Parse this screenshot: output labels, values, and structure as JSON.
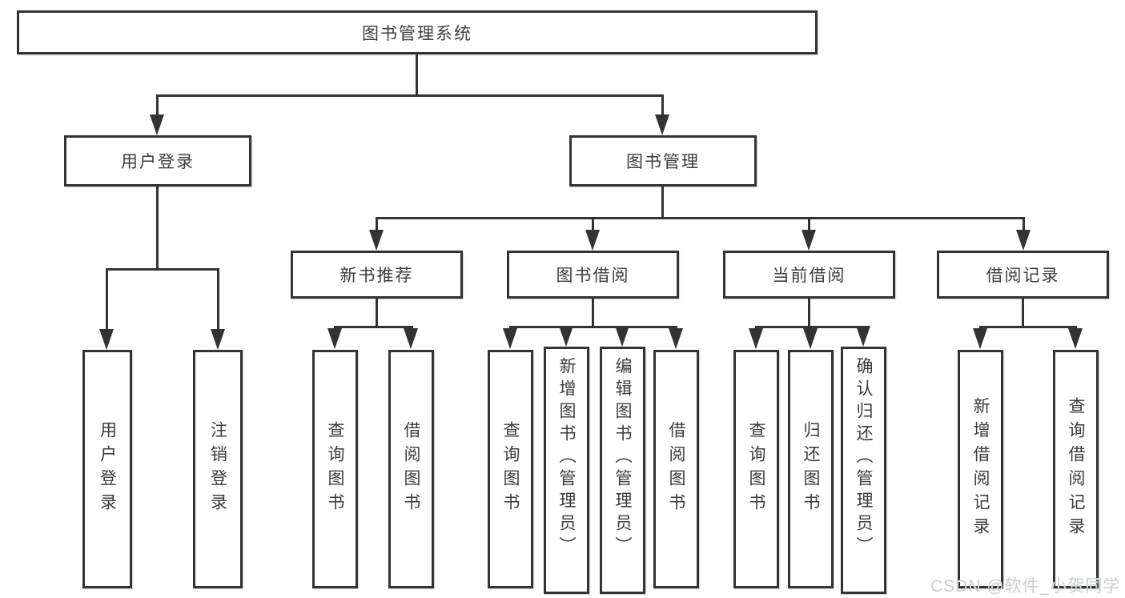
{
  "diagram": {
    "root_label": "图书管理系统",
    "login_branch": {
      "label": "用户登录",
      "leaves": [
        "用户登录",
        "注销登录"
      ]
    },
    "management_branch": {
      "label": "图书管理",
      "sections": [
        {
          "label": "新书推荐",
          "leaves": [
            "查询图书",
            "借阅图书"
          ]
        },
        {
          "label": "图书借阅",
          "leaves": [
            "查询图书",
            "新增图书（管理员）",
            "编辑图书（管理员）",
            "借阅图书"
          ]
        },
        {
          "label": "当前借阅",
          "leaves": [
            "查询图书",
            "归还图书",
            "确认归还（管理员）"
          ]
        },
        {
          "label": "借阅记录",
          "leaves": [
            "新增借阅记录",
            "查询借阅记录"
          ]
        }
      ]
    },
    "colors": {
      "line": "#333333",
      "box_border": "#333333",
      "box_background": "#ffffff",
      "text": "#3b3b3b",
      "page_background": "#ffffff",
      "watermark": "#c9cdd2"
    }
  },
  "watermark_text": "CSDN @软件_小贺同学"
}
